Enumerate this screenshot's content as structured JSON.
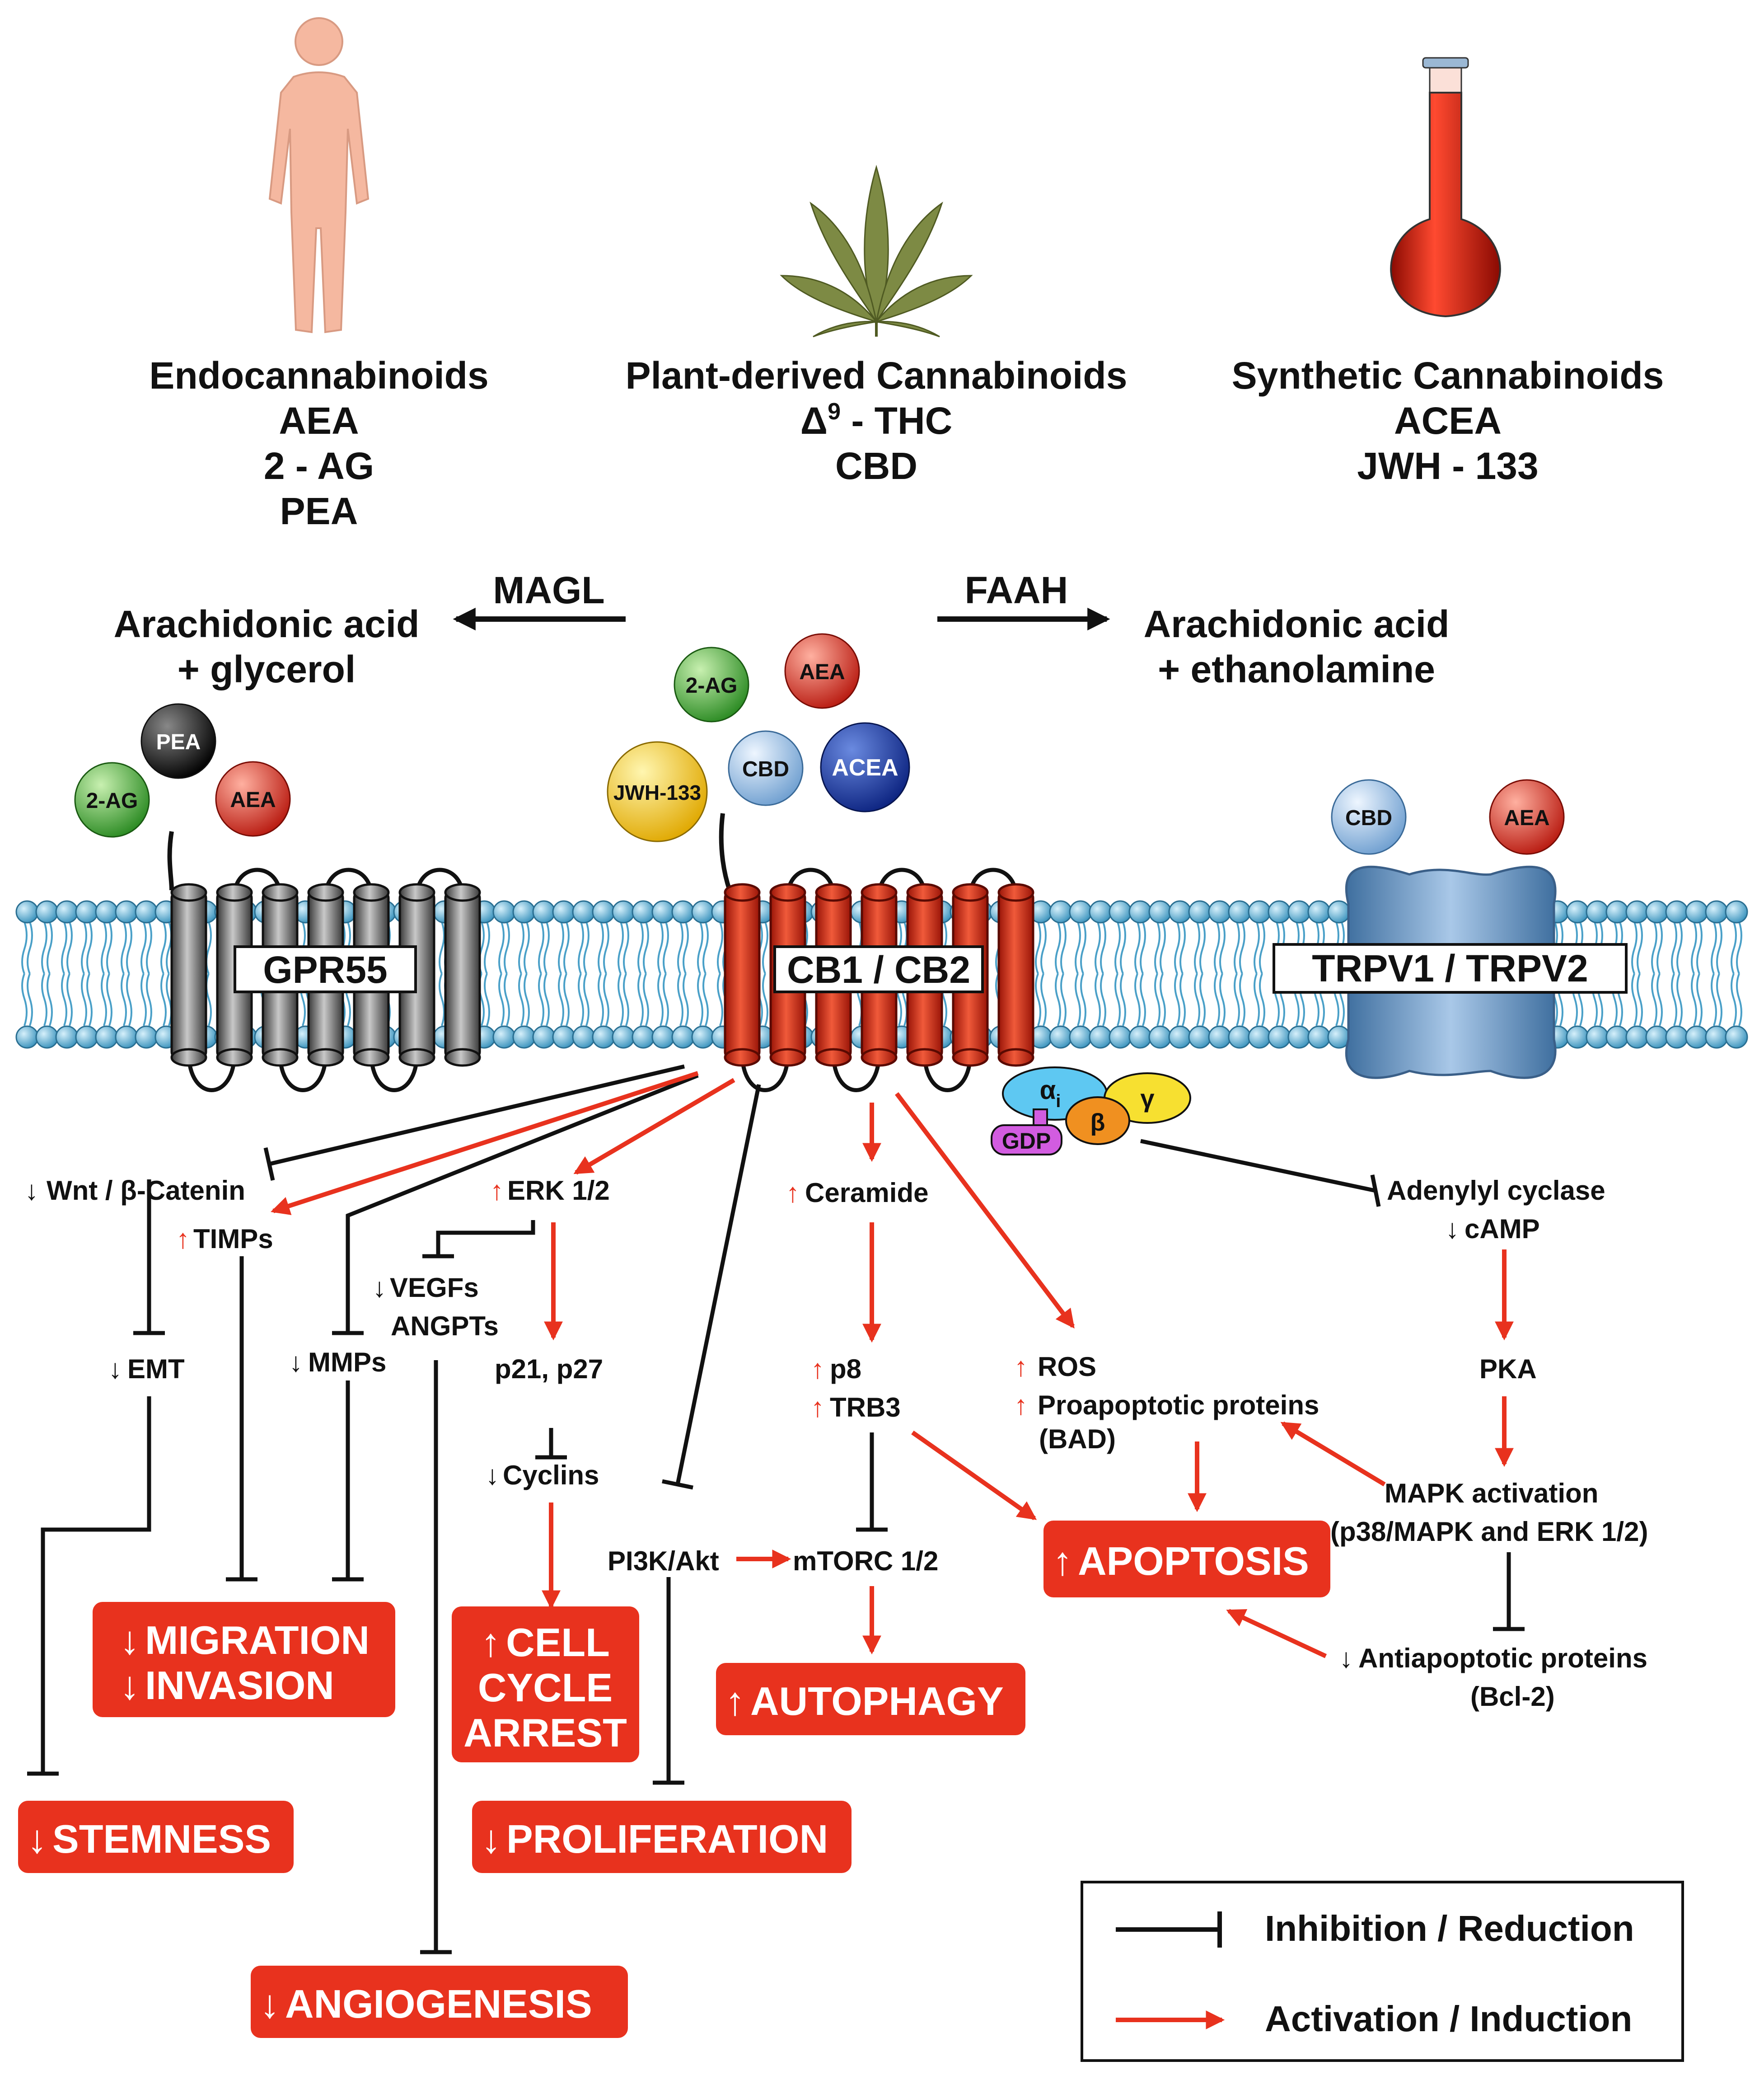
{
  "sources": {
    "endo": {
      "title": "Endocannabinoids",
      "items": [
        "AEA",
        "2 - AG",
        "PEA"
      ]
    },
    "plant": {
      "title": "Plant-derived  Cannabinoids",
      "items": [
        "Δ",
        "9",
        " - THC",
        "CBD"
      ]
    },
    "synthetic": {
      "title": "Synthetic  Cannabinoids",
      "items": [
        "ACEA",
        "JWH - 133"
      ]
    }
  },
  "enzymes": {
    "magl": {
      "name": "MAGL",
      "product_line1": "Arachidonic  acid",
      "product_line2": "+ glycerol"
    },
    "faah": {
      "name": "FAAH",
      "product_line1": "Arachidonic  acid",
      "product_line2": "+ ethanolamine"
    }
  },
  "ligands": {
    "gpr55": [
      "PEA",
      "2-AG",
      "AEA"
    ],
    "cb": [
      "2-AG",
      "AEA",
      "CBD",
      "ACEA",
      "JWH-133"
    ],
    "trpv": [
      "CBD",
      "AEA"
    ]
  },
  "receptors": {
    "gpr55": "GPR55",
    "cb": "CB1 / CB2",
    "trpv": "TRPV1 / TRPV2"
  },
  "gprotein": {
    "alpha": "α",
    "alpha_sub": "i",
    "beta": "β",
    "gamma": "γ",
    "gdp": "GDP"
  },
  "mediators": {
    "wnt": "Wnt / β-Catenin",
    "timps": "TIMPs",
    "emt": "EMT",
    "mmps": "MMPs",
    "vegfs": "VEGFs",
    "angpts": "ANGPTs",
    "erk": "ERK 1/2",
    "p21": "p21, p27",
    "cyclins": "Cyclins",
    "pi3k": "PI3K/Akt",
    "mtorc": "mTORC 1/2",
    "ceramide": "Ceramide",
    "p8": "p8",
    "trb3": "TRB3",
    "ros": "ROS",
    "proapoptotic": "Proapoptotic  proteins",
    "bad": "(BAD)",
    "adenylyl": "Adenylyl  cyclase",
    "camp": "cAMP",
    "pka": "PKA",
    "mapk": "MAPK  activation",
    "mapk_detail": "(p38/MAPK and ERK 1/2)",
    "antiapoptotic": "Antiapoptotic proteins",
    "bcl2": "(Bcl-2)"
  },
  "outcomes": {
    "migration": "MIGRATION",
    "invasion": "INVASION",
    "stemness": "STEMNESS",
    "angiogenesis": "ANGIOGENESIS",
    "cell": "CELL",
    "cycle": "CYCLE",
    "arrest": "ARREST",
    "proliferation": "PROLIFERATION",
    "autophagy": "AUTOPHAGY",
    "apoptosis": "APOPTOSIS"
  },
  "legend": {
    "inhibition": "Inhibition / Reduction",
    "activation": "Activation / Induction"
  },
  "colors": {
    "activation": "#e8321e",
    "inhibition": "#111111",
    "outcome_box": "#e8321e",
    "cb_receptor": "#e0301c",
    "gpr55_receptor": "#7a7a7a",
    "trpv_channel": "#6f9ccb",
    "membrane_head": "#4aa0c8",
    "ligand_2ag": "#3aa33a",
    "ligand_aea": "#d8281c",
    "ligand_pea": "#111111",
    "ligand_cbd": "#9fc8ec",
    "ligand_acea": "#1c3a9c",
    "ligand_jwh": "#f2c81e"
  },
  "icons": [
    "human-figure-icon",
    "cannabis-leaf-icon",
    "flask-icon"
  ]
}
